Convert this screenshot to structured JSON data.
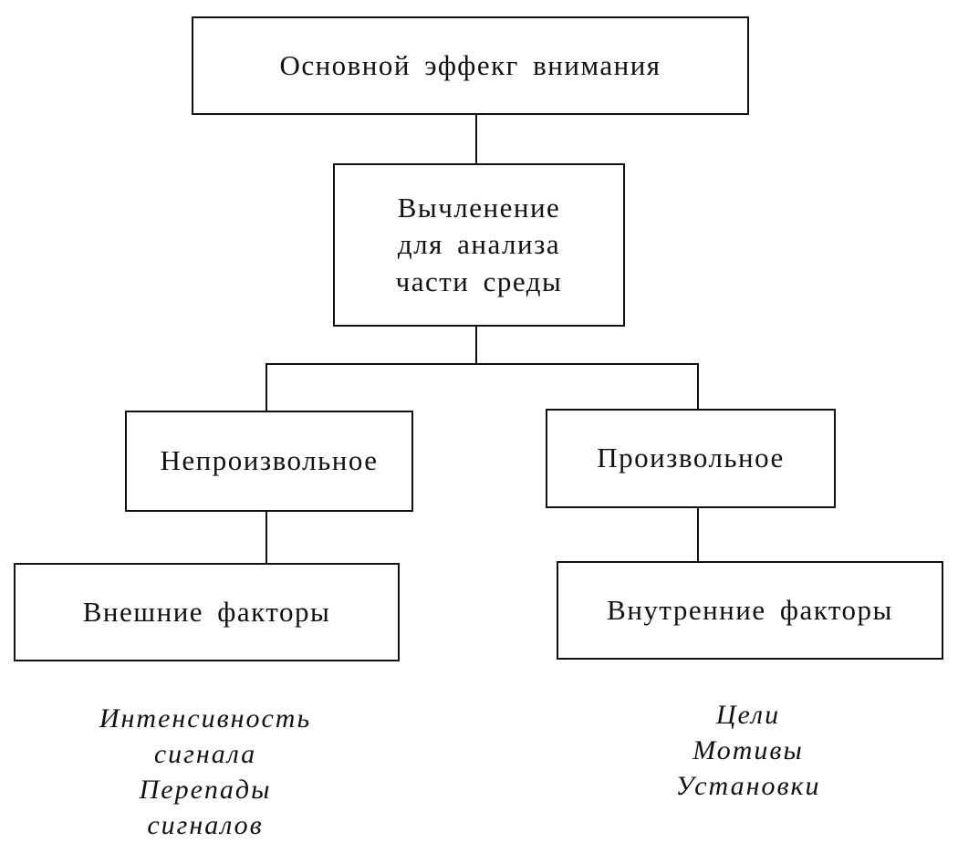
{
  "root": {
    "label": "Основной эффекг внимания"
  },
  "mid": {
    "lines": [
      "Вычленение",
      "для анализа",
      "части среды"
    ]
  },
  "branch_left": {
    "label": "Непроизвольное"
  },
  "branch_right": {
    "label": "Произвольное"
  },
  "leaf_left": {
    "label": "Внешние факторы"
  },
  "leaf_right": {
    "label": "Внутренние факторы"
  },
  "notes_left": {
    "lines": [
      "Интенсивность",
      "сигнала",
      "Перепады",
      "сигналов"
    ]
  },
  "notes_right": {
    "lines": [
      "Цели",
      "Мотивы",
      "Установки"
    ]
  }
}
